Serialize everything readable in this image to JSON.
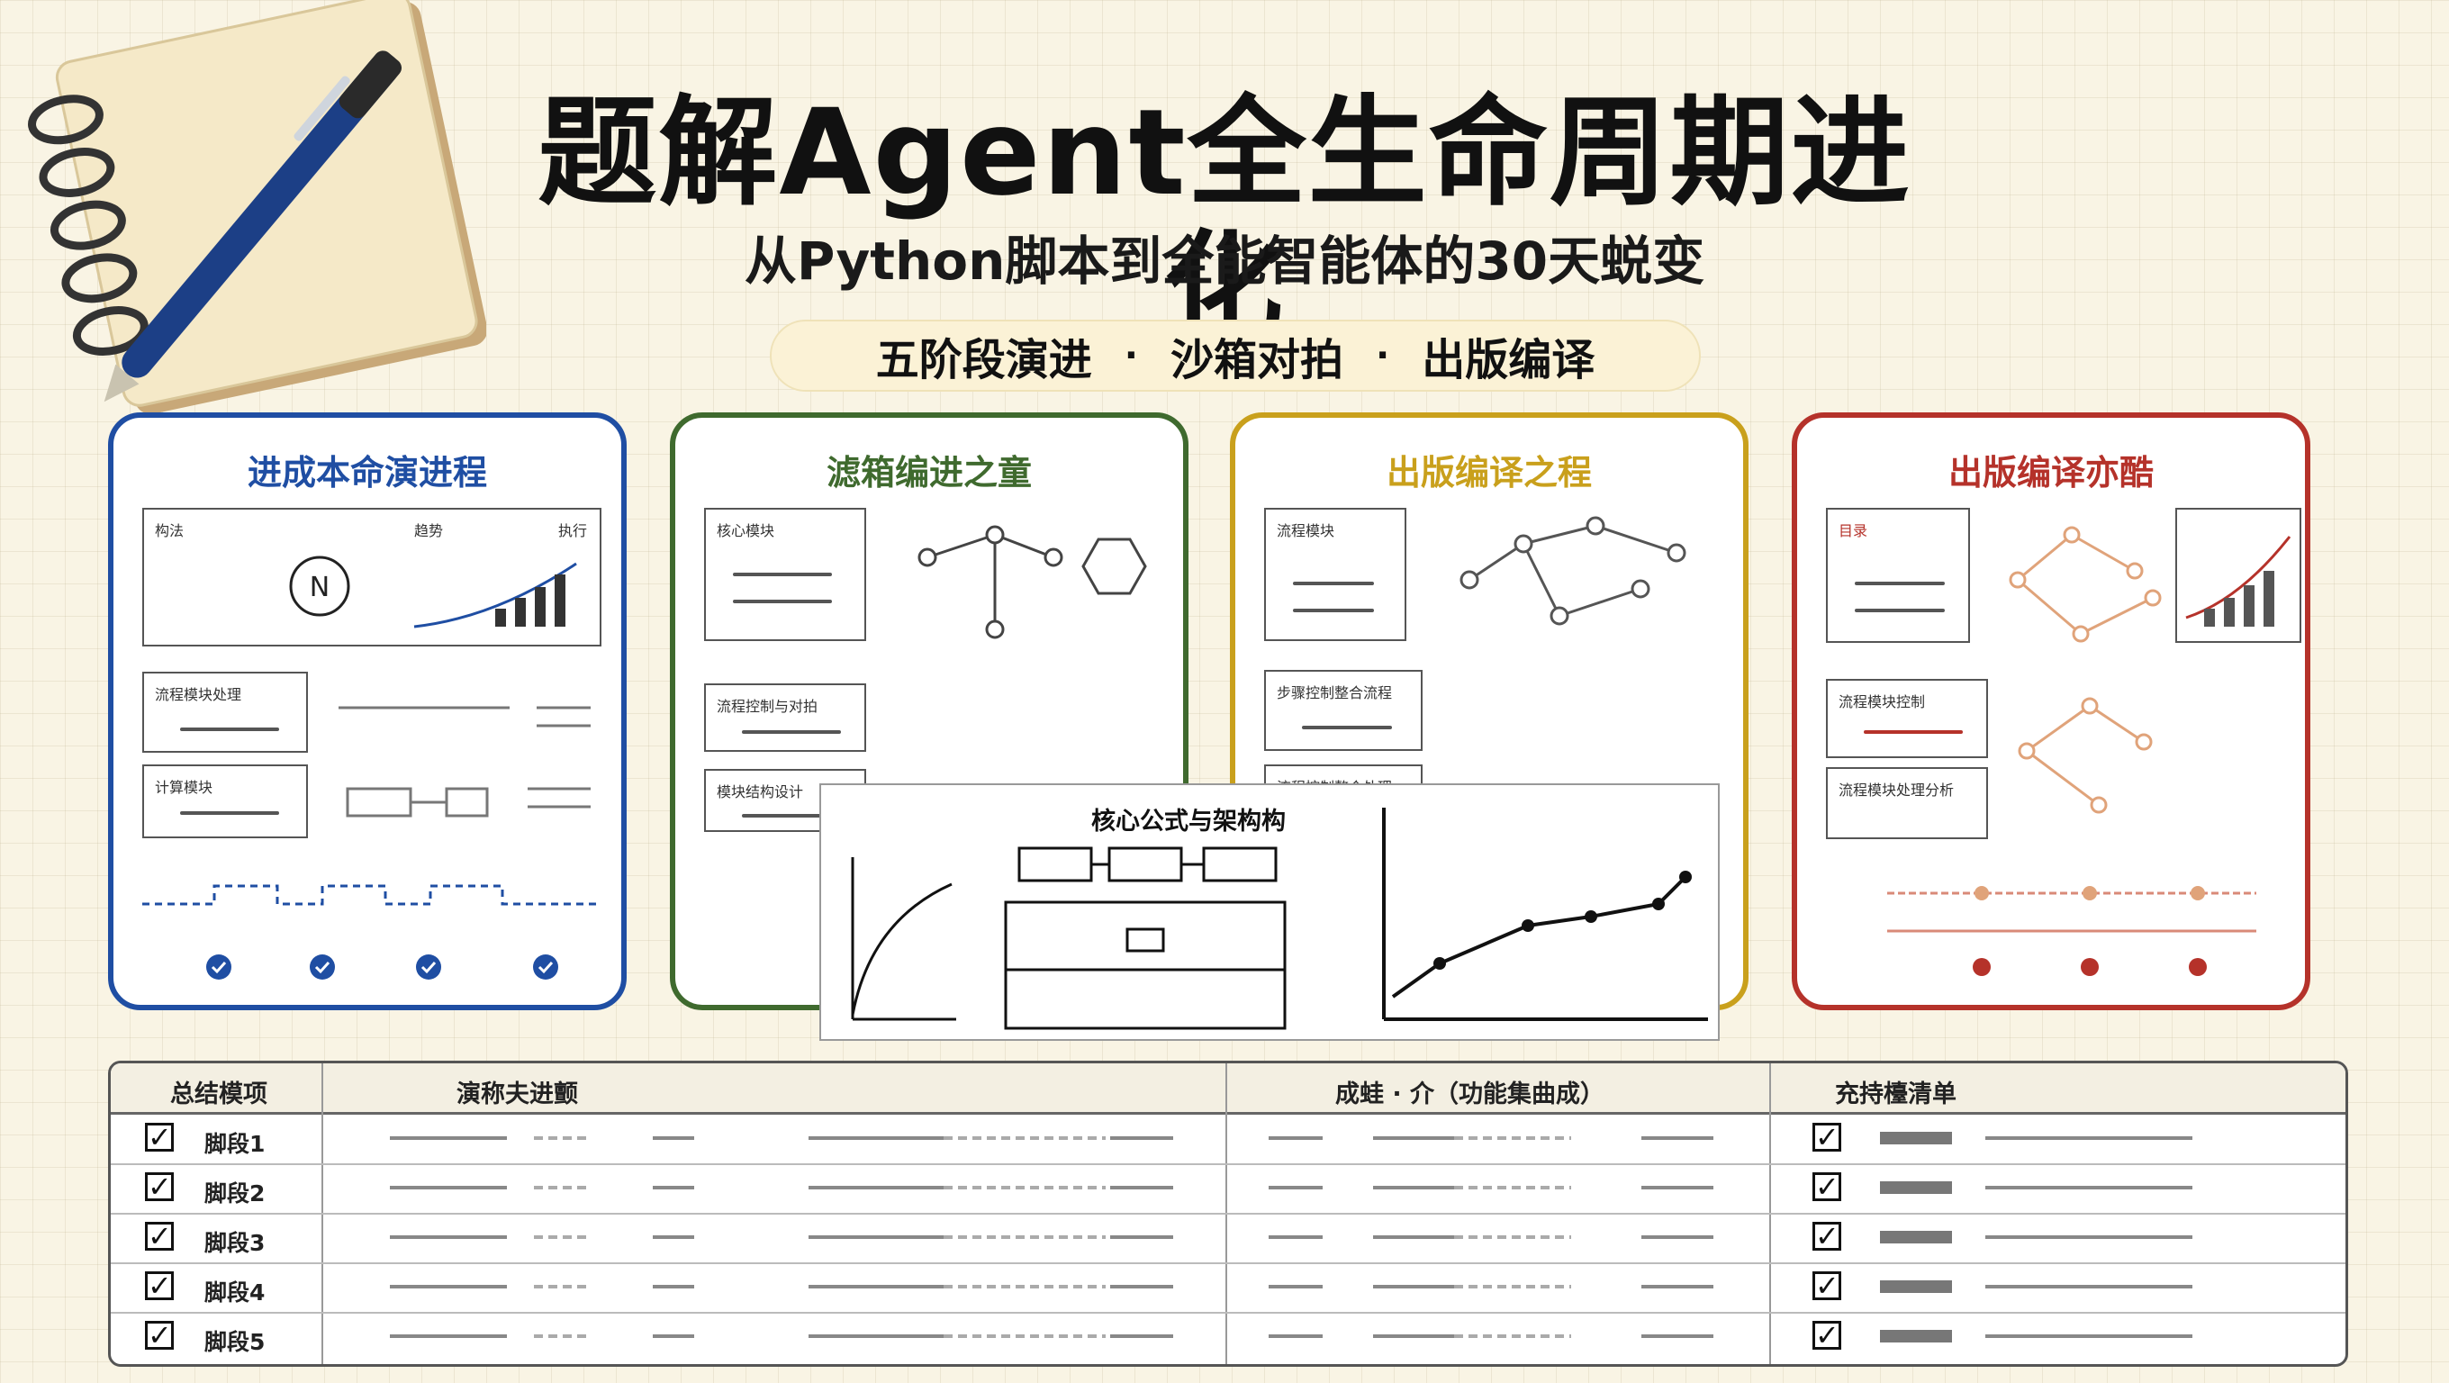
{
  "header": {
    "title": "题解Agent全生命周期进化",
    "subtitle": "从Python脚本到全能智能体的30天蜕变",
    "tags": [
      "五阶段演进",
      "沙箱对拍",
      "出版编译"
    ],
    "separator": "·"
  },
  "panels": [
    {
      "title": "进成本命演进程",
      "color": "#1f4ea3",
      "labels": [
        "构法",
        "趋势",
        "执行",
        "流程模块处理",
        "计算模块"
      ]
    },
    {
      "title": "滤箱编进之童",
      "color": "#3f6a2e",
      "labels": [
        "核心模块",
        "流程控制与对拍",
        "模块结构设计"
      ]
    },
    {
      "title": "出版编译之程",
      "color": "#c9a01c",
      "labels": [
        "流程模块",
        "步骤控制整合流程",
        "流程控制整合处理"
      ]
    },
    {
      "title": "出版编译亦酷",
      "color": "#b5322a",
      "labels": [
        "目录",
        "流程模块控制",
        "流程模块处理分析"
      ]
    }
  ],
  "core": {
    "title": "核心公式与架构构"
  },
  "table": {
    "headers": [
      "总结模项",
      "演称夫进颤",
      "成蛙 · 介（功能集曲成）",
      "充持檯清单"
    ],
    "rows": [
      {
        "label": "脚段1",
        "checked": true
      },
      {
        "label": "脚段2",
        "checked": true
      },
      {
        "label": "脚段3",
        "checked": true
      },
      {
        "label": "脚段4",
        "checked": true
      },
      {
        "label": "脚段5",
        "checked": true
      }
    ],
    "check_symbol": "✓"
  }
}
